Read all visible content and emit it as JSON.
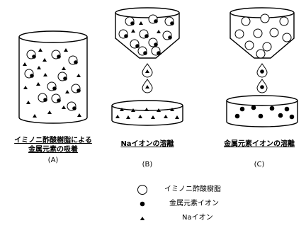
{
  "captions": {
    "a_line1": "イミノニ酢酸樹脂による",
    "a_line2": "金属元素の吸着",
    "a_tag": "(A)",
    "b_line1": "Naイオンの溶離",
    "b_tag": "(B)",
    "c_line1": "金属元素イオンの溶離",
    "c_tag": "(C)"
  },
  "legend": {
    "resin": "イミノニ酢酸樹脂",
    "metal_ion": "金属元素イオン",
    "na_ion": "Naイオン"
  }
}
